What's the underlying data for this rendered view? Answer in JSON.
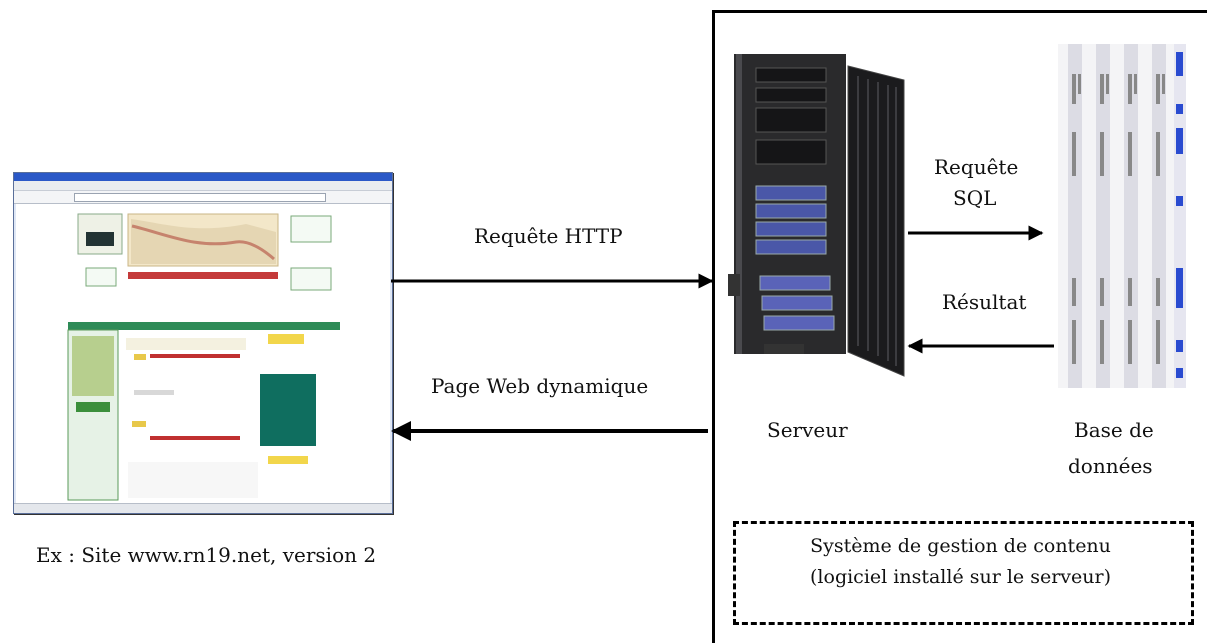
{
  "browser_caption": "Ex : Site www.rn19.net, version 2",
  "arrows": {
    "request_http": "Requête HTTP",
    "web_page": "Page Web dynamique",
    "sql_request_line1": "Requête",
    "sql_request_line2": "SQL",
    "result": "Résultat"
  },
  "nodes": {
    "server": "Serveur",
    "database_line1": "Base de",
    "database_line2": "données"
  },
  "cms": {
    "line1": "Système de gestion de contenu",
    "line2": "(logiciel installé sur le serveur)"
  }
}
